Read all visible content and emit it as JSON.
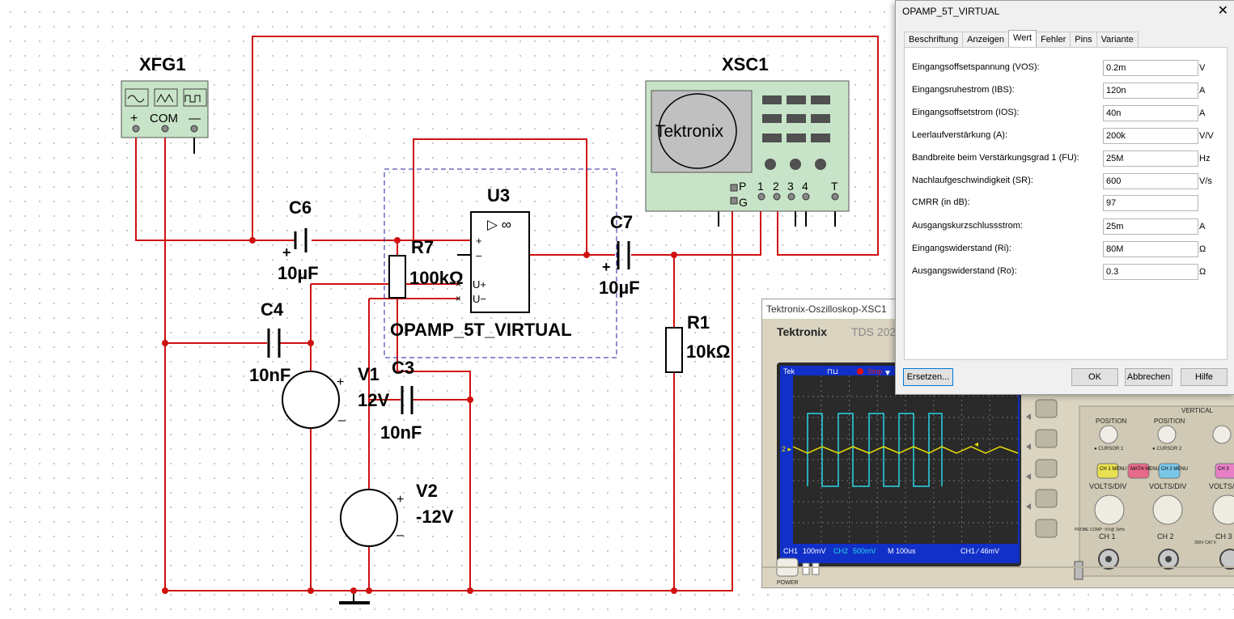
{
  "schematic": {
    "xfg1": {
      "name": "XFG1",
      "terminals": [
        "+",
        "COM",
        "—"
      ]
    },
    "xsc1": {
      "name": "XSC1",
      "brand": "Tektronix",
      "pins": [
        "P",
        "G",
        "1",
        "2",
        "3",
        "4",
        "T"
      ]
    },
    "u3": {
      "name": "U3",
      "model": "OPAMP_5T_VIRTUAL",
      "symbol": "▷ ∞",
      "pin_plus": "+",
      "pin_minus": "–",
      "pin_uplus": "U+",
      "pin_uminus": "U−"
    },
    "c6": {
      "name": "C6",
      "value": "10µF",
      "plus": "+"
    },
    "c7": {
      "name": "C7",
      "value": "10µF",
      "plus": "+"
    },
    "c4": {
      "name": "C4",
      "value": "10nF"
    },
    "c3": {
      "name": "C3",
      "value": "10nF"
    },
    "r7": {
      "name": "R7",
      "value": "100kΩ"
    },
    "r1": {
      "name": "R1",
      "value": "10kΩ"
    },
    "v1": {
      "name": "V1",
      "value": "12V",
      "plus": "+",
      "minus": "–"
    },
    "v2": {
      "name": "V2",
      "value": "-12V",
      "plus": "+",
      "minus": "–"
    }
  },
  "oscilloscope": {
    "window_title": "Tektronix-Oszilloskop-XSC1",
    "brand": "Tektronix",
    "model": "TDS 202",
    "screen_top": {
      "tek": "Tek",
      "stop": "Stop"
    },
    "status": {
      "ch1": "CH1",
      "ch1_scale": "100mV",
      "ch2": "CH2",
      "ch2_scale": "500mV",
      "time": "M 100us",
      "trigger": "CH1 ∕ 46mV"
    },
    "vertical_label": "VERTICAL",
    "position_label": "POSITION",
    "cursor1": "● CURSOR 1",
    "cursor2": "● CURSOR 2",
    "ch1_menu": "CH 1 MENU",
    "math_menu": "MATH MENU",
    "ch2_menu": "CH 2 MENU",
    "ch3_menu": "CH 3",
    "volts_div": "VOLTS/DIV",
    "ch1_label": "CH 1",
    "ch2_label": "CH 2",
    "ch3_label": "CH 3",
    "power_label": "POWER",
    "probe_comp": "PROBE COMP ~5V@ 1kHz",
    "cat": "300V CAT II",
    "colors": {
      "screen": "#1030c8",
      "ch1": "#e8e000",
      "ch2": "#28d8e8"
    }
  },
  "dialog": {
    "title": "OPAMP_5T_VIRTUAL",
    "close": "✕",
    "tabs": [
      "Beschriftung",
      "Anzeigen",
      "Wert",
      "Fehler",
      "Pins",
      "Variante"
    ],
    "active_tab": "Wert",
    "params": [
      {
        "label": "Eingangsoffsetspannung (VOS):",
        "value": "0.2m",
        "unit": "V"
      },
      {
        "label": "Eingangsruhestrom (IBS):",
        "value": "120n",
        "unit": "A"
      },
      {
        "label": "Eingangsoffsetstrom (IOS):",
        "value": "40n",
        "unit": "A"
      },
      {
        "label": "Leerlaufverstärkung (A):",
        "value": "200k",
        "unit": "V/V"
      },
      {
        "label": "Bandbreite beim Verstärkungsgrad 1 (FU):",
        "value": "25M",
        "unit": "Hz"
      },
      {
        "label": "Nachlaufgeschwindigkeit (SR):",
        "value": "600",
        "unit": "V/s"
      },
      {
        "label": "CMRR (in dB):",
        "value": "97",
        "unit": ""
      },
      {
        "label": "Ausgangskurzschlussstrom:",
        "value": "25m",
        "unit": "A"
      },
      {
        "label": "Eingangswiderstand (Ri):",
        "value": "80M",
        "unit": "Ω"
      },
      {
        "label": "Ausgangswiderstand (Ro):",
        "value": "0.3",
        "unit": "Ω"
      }
    ],
    "buttons": {
      "replace": "Ersetzen...",
      "ok": "OK",
      "cancel": "Abbrechen",
      "help": "Hilfe"
    }
  }
}
